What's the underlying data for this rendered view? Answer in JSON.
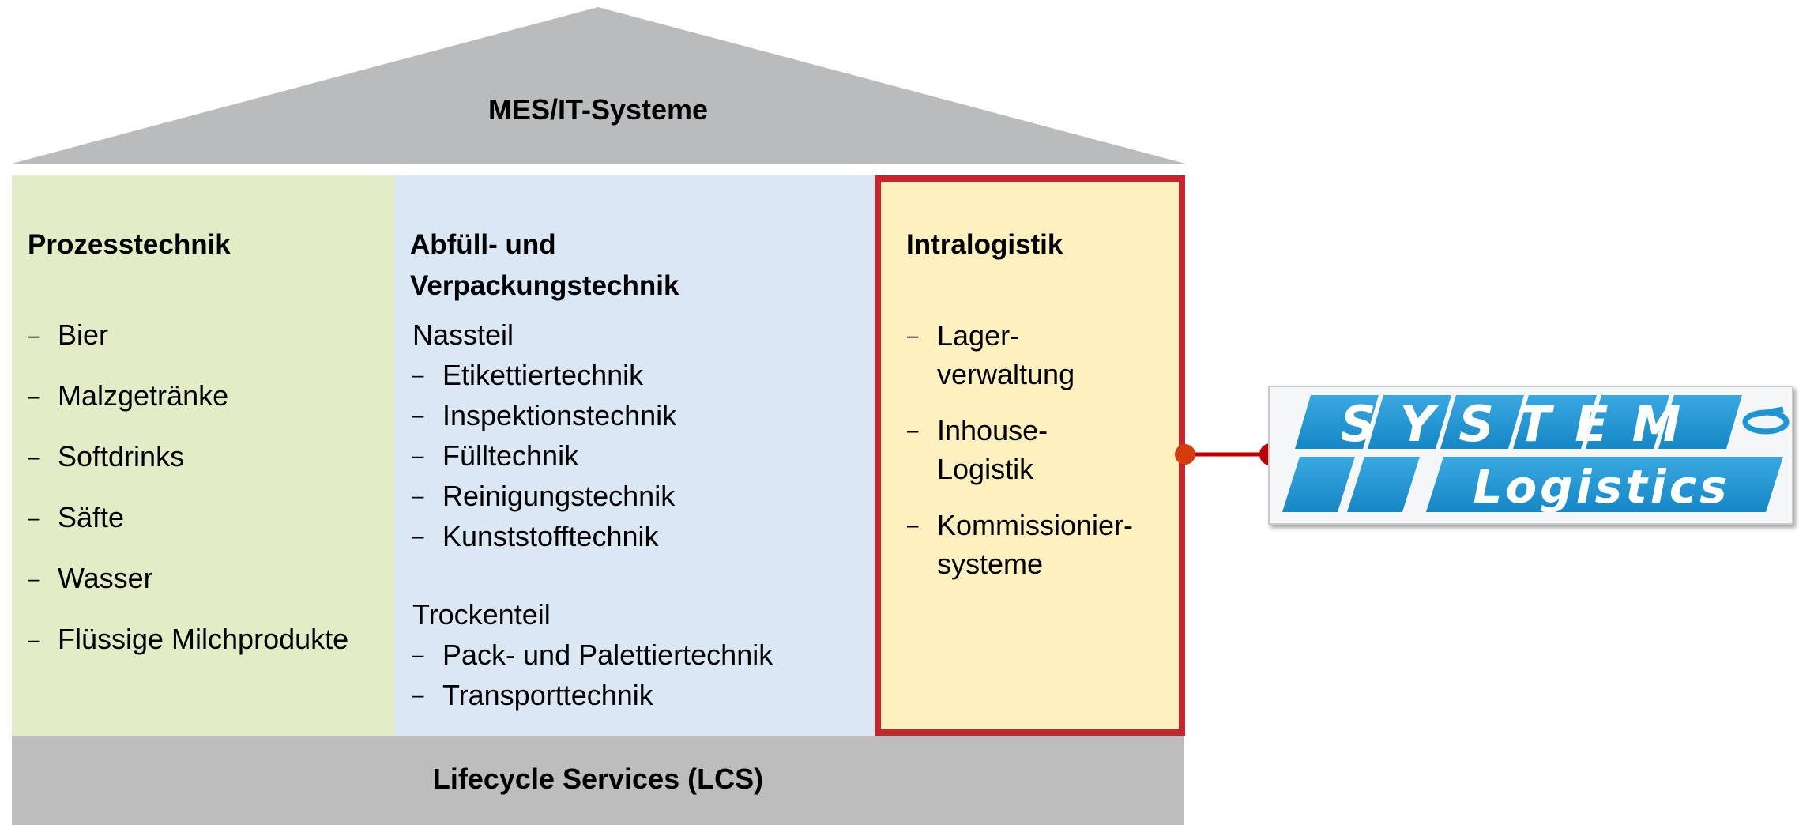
{
  "roof": {
    "title": "MES/IT-Systeme"
  },
  "columns": {
    "prozesstechnik": {
      "title": "Prozesstechnik",
      "items": [
        "Bier",
        "Malzgetränke",
        "Softdrinks",
        "Säfte",
        "Wasser",
        "Flüssige Milchprodukte"
      ]
    },
    "abfuellung": {
      "title_line1": "Abfüll- und",
      "title_line2": "Verpackungstechnik",
      "nassteil": {
        "label": "Nassteil",
        "items": [
          "Etikettiertechnik",
          "Inspektionstechnik",
          "Fülltechnik",
          "Reinigungstechnik",
          "Kunststofftechnik"
        ]
      },
      "trockenteil": {
        "label": "Trockenteil",
        "items": [
          "Pack- und Palettiertechnik",
          "Transporttechnik"
        ]
      }
    },
    "intralogistik": {
      "title": "Intralogistik",
      "items": [
        {
          "line1": "Lager-",
          "line2": "verwaltung"
        },
        {
          "line1": "Inhouse-",
          "line2": "Logistik"
        },
        {
          "line1": "Kommissionier-",
          "line2": "systeme"
        }
      ],
      "highlight_color": "#c5252c"
    }
  },
  "base": {
    "title": "Lifecycle Services (LCS)"
  },
  "logo": {
    "word1": "SYSTEM",
    "word2": "Logistics",
    "color": "#1e96d4"
  },
  "colors": {
    "roof": "#b9bbbd",
    "green": "#e2edc5",
    "blue": "#d9e8f4",
    "yellow": "#fef1bf",
    "base": "#bdbdbe",
    "connector": "#c00000"
  },
  "dash_glyph": "–"
}
